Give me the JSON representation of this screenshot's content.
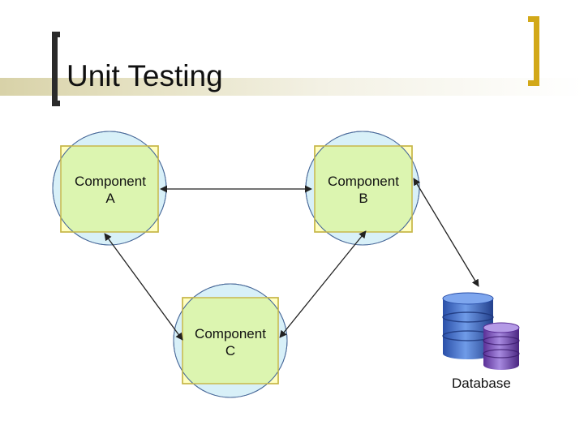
{
  "slide": {
    "title": "Unit Testing"
  },
  "components": [
    {
      "name": "Component",
      "letter": "A"
    },
    {
      "name": "Component",
      "letter": "B"
    },
    {
      "name": "Component",
      "letter": "C"
    }
  ],
  "database": {
    "label": "Database"
  },
  "colors": {
    "square_fill": "#ffffc0",
    "square_stroke": "#c8b84a",
    "circle_fill": "#d8f0f8",
    "circle_stroke": "#4a6a9a",
    "overlap_fill": "#dcf5b0",
    "title_bracket_left": "#2b2b2b",
    "title_bracket_right": "#d2a818",
    "arrow": "#222222"
  }
}
